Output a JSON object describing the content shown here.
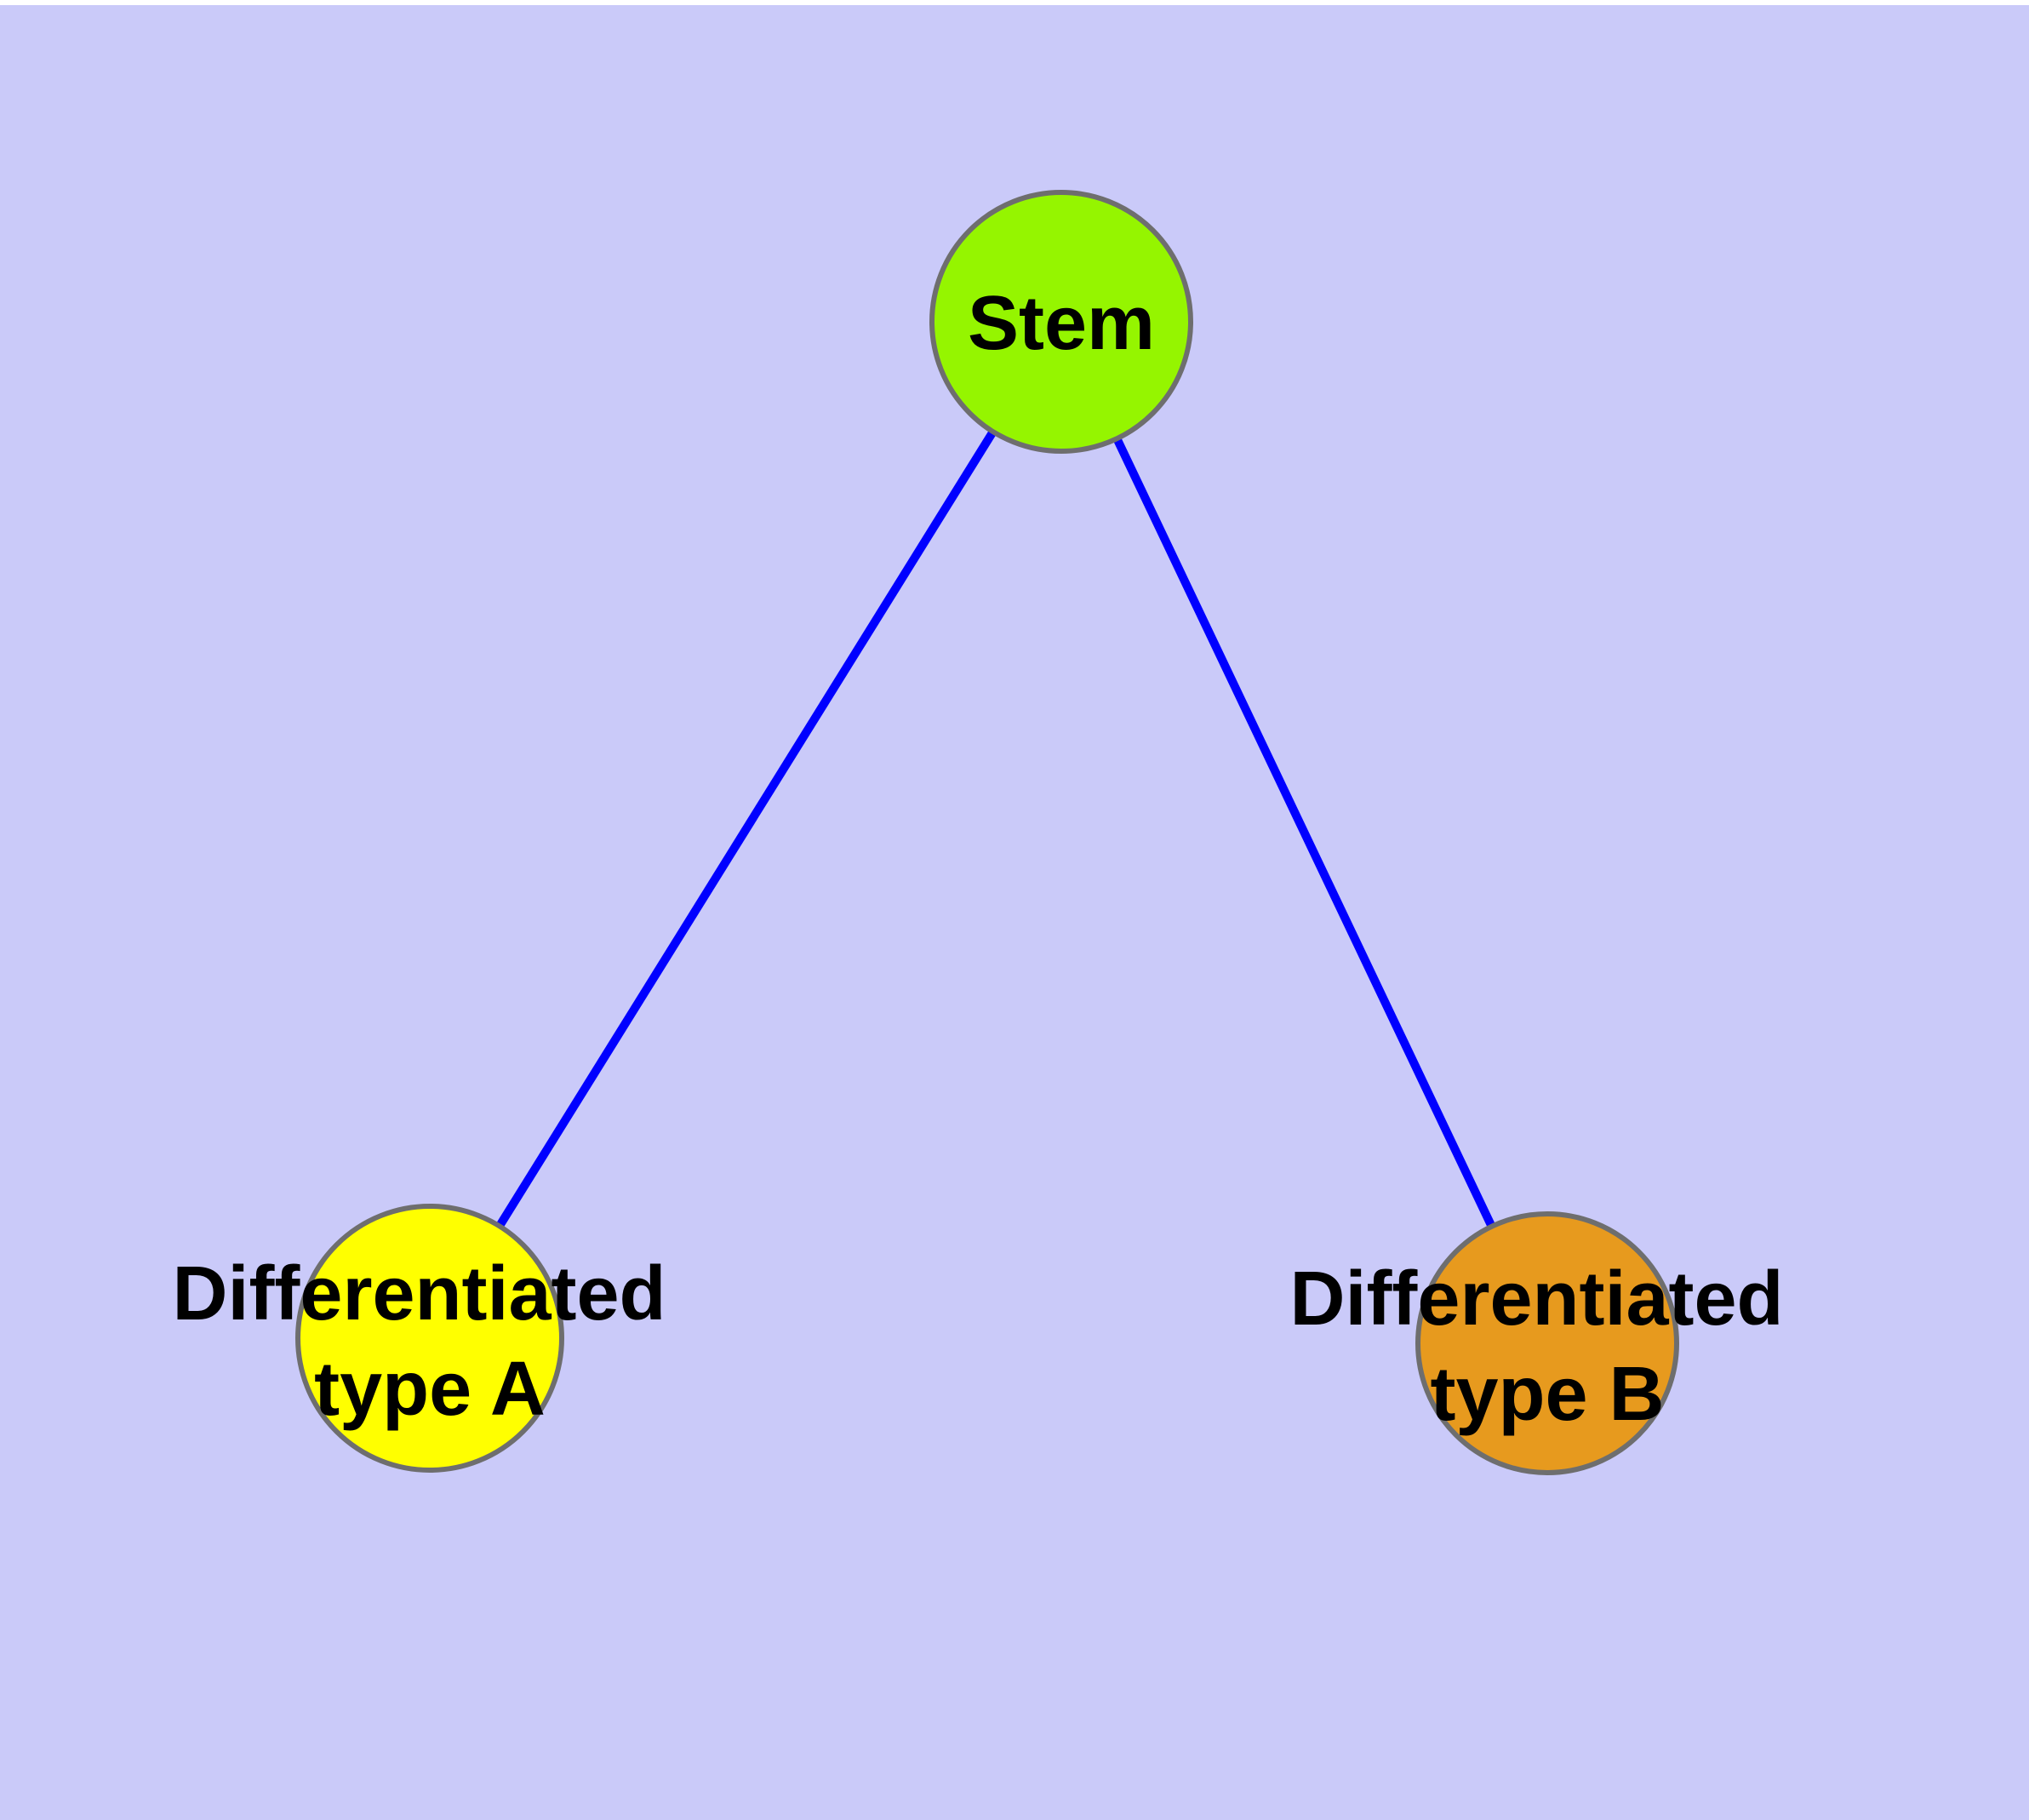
{
  "diagram": {
    "type": "graph",
    "background_color": "#CACAF9",
    "top_margin_color": "#FFFFFF",
    "edge_color": "#0000FF",
    "edge_width": "10",
    "node_border_color": "#6E6E6E",
    "node_border_width": "6",
    "label_color": "#000000",
    "nodes": [
      {
        "id": "stem",
        "label": "Stem",
        "fill": "#95F500"
      },
      {
        "id": "differentiated-type-a",
        "label_line1": "Differentiated",
        "label_line2": "type A",
        "fill": "#FFFF00"
      },
      {
        "id": "differentiated-type-b",
        "label_line1": "Differentiated",
        "label_line2": "type B",
        "fill": "#E79A1E"
      }
    ],
    "edges": [
      {
        "from": "Stem",
        "to": "Differentiated type A"
      },
      {
        "from": "Stem",
        "to": "Differentiated type B"
      }
    ]
  }
}
